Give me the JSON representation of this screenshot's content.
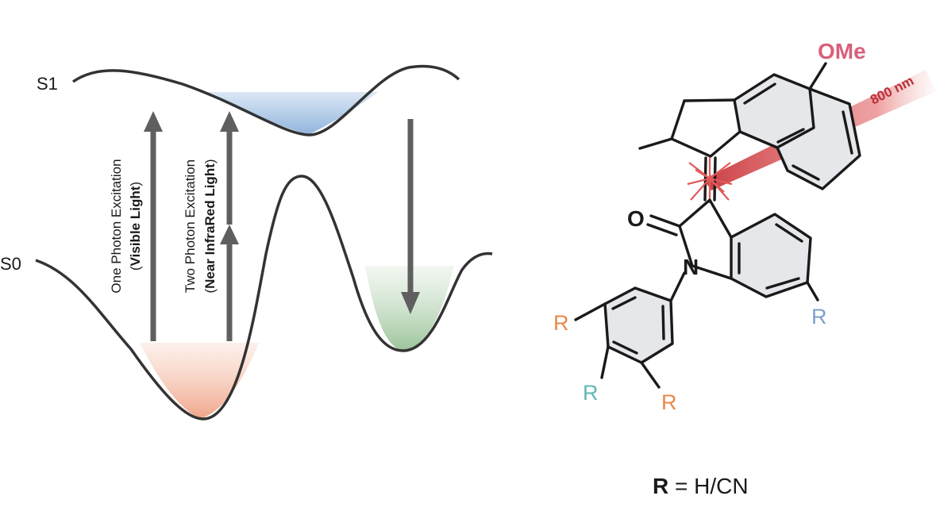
{
  "energy_diagram": {
    "s1_label": "S1",
    "s0_label": "S0",
    "one_photon": {
      "line1": "One Photon Excitation",
      "open_paren": "(",
      "bold": "Visible Light",
      "close_paren": ")"
    },
    "two_photon": {
      "line1": "Two Photon Excitation",
      "open_paren": "(",
      "bold": "Near InfraRed Light",
      "close_paren": ")"
    },
    "colors": {
      "s1_well": "#8fb3dc",
      "s0_left_well": "#f0a58a",
      "s0_right_well": "#9bc49a",
      "arrow": "#5f5f5f",
      "curve": "#333333"
    }
  },
  "molecule": {
    "ome_label": "OMe",
    "o_label": "O",
    "n_label": "N",
    "r_left": "R",
    "r_bottom_left": "R",
    "r_bottom_right": "R",
    "r_right": "R",
    "laser_label": "800 nm",
    "colors": {
      "ome": "#d9607a",
      "laser": "#c9353a",
      "r_orange": "#e8894a",
      "r_teal": "#5fb7b4",
      "r_blue": "#7f9fd1",
      "ring_fill": "#e6e7ea"
    }
  },
  "caption": {
    "r_symbol": "R",
    "text": " = H/CN"
  }
}
